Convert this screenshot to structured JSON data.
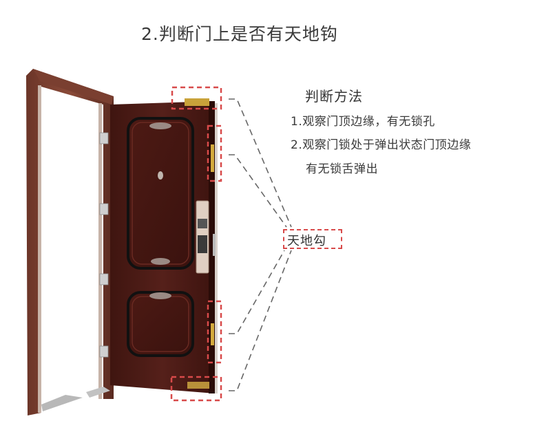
{
  "header": {
    "title": "2.判断门上是否有天地钩"
  },
  "method": {
    "title": "判断方法",
    "steps": [
      "1.观察门顶边缘，有无锁孔",
      "2.观察门锁处于弹出状态门顶边缘",
      "有无锁舌弹出"
    ]
  },
  "callout": {
    "label": "天地勾"
  },
  "illustration": {
    "subject": "open-security-door",
    "highlight_boxes": [
      "top-edge-bolt",
      "upper-side-bolt",
      "lower-side-bolt",
      "bottom-edge-bolt"
    ],
    "colors": {
      "door_wood": "#4a1a14",
      "frame_wood": "#5a2a20",
      "dashed_highlight": "#d84a4a",
      "leader_line": "#666666",
      "brass_bolt": "#c9a23a",
      "lock_plate": "#d9c7b8"
    }
  }
}
